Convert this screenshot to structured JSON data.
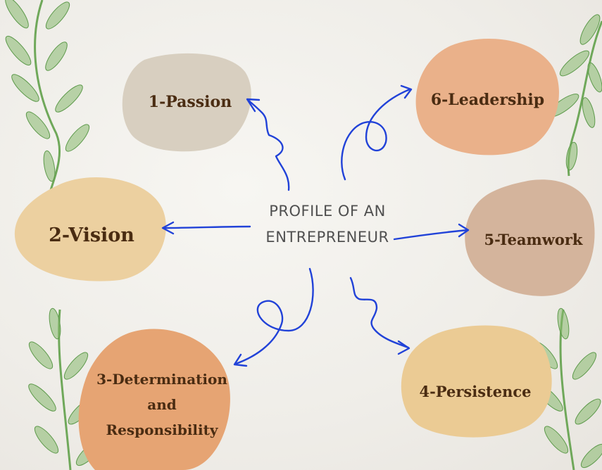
{
  "center": {
    "line1": "PROFILE OF AN",
    "line2": "ENTREPRENEUR"
  },
  "nodes": [
    {
      "id": "passion",
      "label": "1-Passion",
      "color": "#d8cfc0"
    },
    {
      "id": "vision",
      "label": "2-Vision",
      "color": "#ecd0a0"
    },
    {
      "id": "determination",
      "lines": [
        "3-Determination",
        "and",
        "Responsibility"
      ],
      "color": "#e6a473"
    },
    {
      "id": "persistence",
      "label": "4-Persistence",
      "color": "#ebcb94"
    },
    {
      "id": "teamwork",
      "label": "5-Teamwork",
      "color": "#d4b49c"
    },
    {
      "id": "leadership",
      "label": "6-Leadership",
      "color": "#eab18a"
    }
  ],
  "colors": {
    "arrow": "#2142d8",
    "leaf": "#86b86e",
    "leaf_stroke": "#5e9a4c",
    "stem": "#6fa85a",
    "text": "#4a2c12"
  },
  "icons": {
    "leaf": "leaf-branch-icon",
    "arrow": "hand-drawn-arrow-icon"
  }
}
